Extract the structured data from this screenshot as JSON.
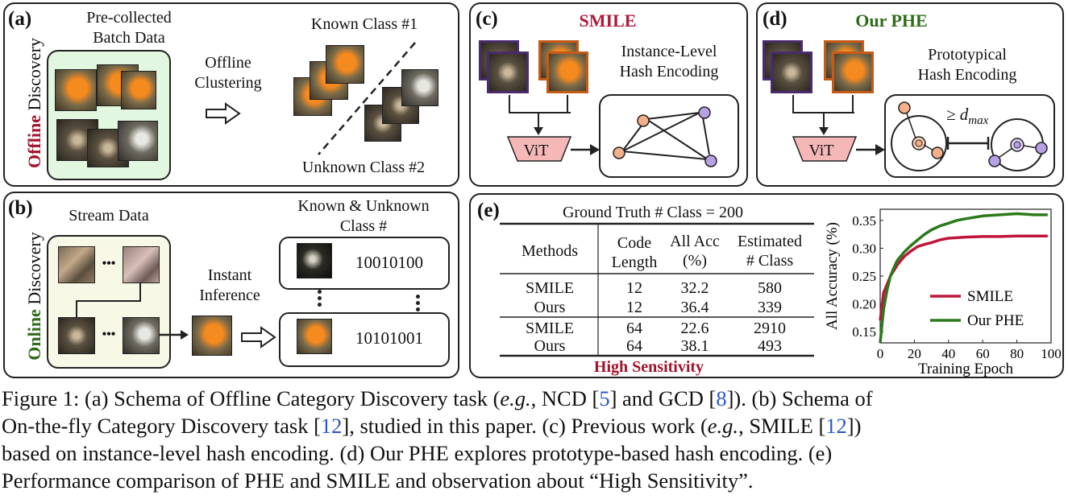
{
  "panel_a": {
    "label": "(a)",
    "side_label_colored": "Offline",
    "side_label_rest": " Discovery",
    "batch_title_1": "Pre-collected",
    "batch_title_2": "Batch Data",
    "arrow_text_1": "Offline",
    "arrow_text_2": "Clustering",
    "known": "Known Class #1",
    "unknown": "Unknown Class #2"
  },
  "panel_b": {
    "label": "(b)",
    "side_label_colored": "Online",
    "side_label_rest": " Discovery",
    "stream": "Stream Data",
    "instant_1": "Instant",
    "instant_2": "Inference",
    "class_title_1": "Known & Unknown",
    "class_title_2": "Class #",
    "code_1": "10010100",
    "code_2": "10101001",
    "dots": "•••"
  },
  "panel_c": {
    "label": "(c)",
    "title": "SMILE",
    "sub_1": "Instance-Level",
    "sub_2": "Hash Encoding",
    "vit": "ViT"
  },
  "panel_d": {
    "label": "(d)",
    "title": "Our PHE",
    "sub_1": "Prototypical",
    "sub_2": "Hash Encoding",
    "vit": "ViT",
    "dmax": "≥ d",
    "dmax_sub": "max"
  },
  "panel_e": {
    "label": "(e)",
    "table_title": "Ground Truth # Class = 200",
    "headers": [
      "Methods",
      "Code",
      "Length",
      "All Acc",
      "(%)",
      "Estimated",
      "# Class"
    ],
    "rows": [
      [
        "SMILE",
        "12",
        "32.2",
        "580"
      ],
      [
        "Ours",
        "12",
        "36.4",
        "339"
      ],
      [
        "SMILE",
        "64",
        "22.6",
        "2910"
      ],
      [
        "Ours",
        "64",
        "38.1",
        "493"
      ]
    ],
    "highlight": "High Sensitivity"
  },
  "colors": {
    "offline": "#a0142b",
    "online": "#2f6b18",
    "smile": "#b01a3a",
    "phe": "#2e6d18",
    "highlight": "#a0142b"
  },
  "chart_data": {
    "type": "line",
    "xlabel": "Training Epoch",
    "ylabel": "All Accuracy (%)",
    "xlim": [
      0,
      100
    ],
    "ylim": [
      0.13,
      0.37
    ],
    "xticks": [
      0,
      20,
      40,
      60,
      80,
      100
    ],
    "yticks": [
      0.15,
      0.2,
      0.25,
      0.3,
      0.35
    ],
    "legend_position": "lower-right",
    "series": [
      {
        "name": "SMILE",
        "color": "#c0143c",
        "x": [
          0,
          2,
          4,
          6,
          8,
          10,
          14,
          18,
          22,
          26,
          30,
          35,
          40,
          50,
          60,
          70,
          80,
          90,
          98
        ],
        "y": [
          0.17,
          0.22,
          0.235,
          0.25,
          0.26,
          0.27,
          0.285,
          0.295,
          0.303,
          0.307,
          0.31,
          0.315,
          0.318,
          0.32,
          0.321,
          0.321,
          0.322,
          0.322,
          0.322
        ]
      },
      {
        "name": "Our PHE",
        "color": "#2a7a1a",
        "x": [
          0,
          2,
          4,
          6,
          8,
          10,
          14,
          18,
          22,
          26,
          30,
          35,
          40,
          45,
          50,
          60,
          70,
          80,
          90,
          98
        ],
        "y": [
          0.13,
          0.19,
          0.225,
          0.25,
          0.265,
          0.278,
          0.293,
          0.305,
          0.315,
          0.325,
          0.333,
          0.34,
          0.345,
          0.35,
          0.353,
          0.358,
          0.36,
          0.362,
          0.36,
          0.36
        ]
      }
    ]
  },
  "caption": {
    "l1a": "Figure 1: (a) Schema of Offline Category Discovery task (",
    "l1b": "e.g.",
    "l1c": ", NCD [",
    "l1d": "5",
    "l1e": "] and GCD [",
    "l1f": "8",
    "l1g": "]). (b) Schema of",
    "l2a": "On-the-fly Category Discovery task [",
    "l2b": "12",
    "l2c": "], studied in this paper. (c) Previous work (",
    "l2d": "e.g.",
    "l2e": ", SMILE [",
    "l2f": "12",
    "l2g": "])",
    "l3": "based on instance-level hash encoding. (d) Our PHE explores prototype-based hash encoding. (e)",
    "l4": "Performance comparison of PHE and SMILE and observation about “High Sensitivity”."
  }
}
